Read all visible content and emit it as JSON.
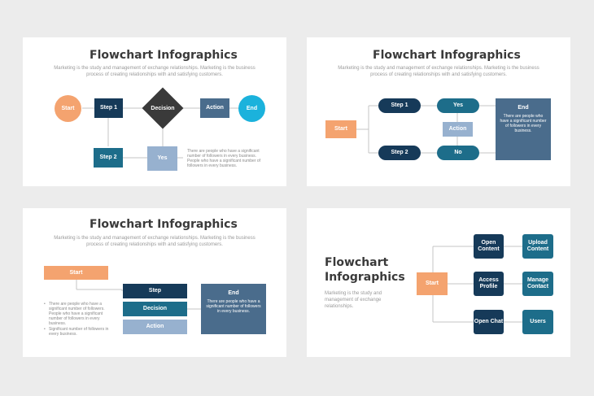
{
  "slide1": {
    "title": "Flowchart Infographics",
    "subtitle": "Marketing is the study and management of exchange relationships. Marketing is the business process of creating relationships with and satisfying customers.",
    "start": "Start",
    "step1": "Step 1",
    "decision": "Decision",
    "action": "Action",
    "end": "End",
    "step2": "Step 2",
    "yes": "Yes",
    "note": "There are people who have a significant number of followers in every business. People who have a significant number of followers in every business."
  },
  "slide2": {
    "title": "Flowchart Infographics",
    "subtitle": "Marketing is the study and management of exchange relationships. Marketing is the business process of creating relationships with and satisfying customers.",
    "start": "Start",
    "step1": "Step 1",
    "yes": "Yes",
    "action": "Action",
    "step2": "Step 2",
    "no": "No",
    "end_title": "End",
    "end_text": "There are people who have a significant number of followers in every business."
  },
  "slide3": {
    "title": "Flowchart Infographics",
    "subtitle": "Marketing is the study and management of exchange relationships. Marketing is the business process of creating relationships with and satisfying customers.",
    "start": "Start",
    "step": "Step",
    "decision": "Decision",
    "action": "Action",
    "end_title": "End",
    "end_text": "There are people who have a significant number of followers in every business.",
    "bullets": [
      "There are people who have a significant number of followers. People who have a significant number of followers in every business.",
      "Significant number of followers in every business."
    ]
  },
  "slide4": {
    "title_line1": "Flowchart",
    "title_line2": "Infographics",
    "subtitle": "Marketing is the study and management of exchange relationships.",
    "start": "Start",
    "open_content": "Open Content",
    "upload_content": "Upload Content",
    "access_profile": "Access Profile",
    "manage_contact": "Manage Contact",
    "open_chat": "Open Chat",
    "users": "Users"
  },
  "colors": {
    "orange": "#f4a36f",
    "navy": "#163a59",
    "teal": "#1d6d8a",
    "steel": "#4a6c8c",
    "light_blue": "#97b1cf",
    "cyan": "#1bb2dc",
    "dark_gray": "#3a3a3a"
  }
}
